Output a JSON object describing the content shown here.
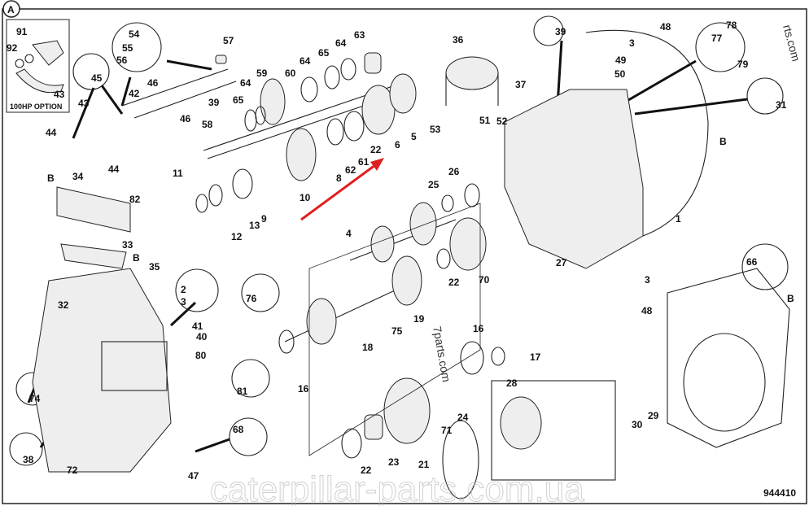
{
  "diagram": {
    "section_marker": "A",
    "drawing_number": "944410",
    "inset_caption": "100HP OPTION",
    "arrow_color": "#e02020",
    "watermarks": [
      "caterpillar-parts.com.ua",
      "7parts.com",
      "rts.com"
    ],
    "labels": [
      "91",
      "92",
      "43",
      "54",
      "55",
      "56",
      "57",
      "45",
      "46",
      "42",
      "43",
      "46",
      "44",
      "44",
      "39",
      "65",
      "64",
      "59",
      "60",
      "64",
      "65",
      "64",
      "63",
      "58",
      "11",
      "12",
      "13",
      "9",
      "10",
      "8",
      "62",
      "61",
      "22",
      "6",
      "5",
      "36",
      "37",
      "53",
      "51",
      "52",
      "39",
      "48",
      "3",
      "49",
      "50",
      "78",
      "77",
      "79",
      "31",
      "B",
      "1",
      "B",
      "34",
      "82",
      "33",
      "B",
      "35",
      "25",
      "26",
      "4",
      "22",
      "70",
      "27",
      "3",
      "48",
      "66",
      "B",
      "2",
      "3",
      "76",
      "32",
      "41",
      "40",
      "80",
      "18",
      "75",
      "19",
      "16",
      "17",
      "16",
      "74",
      "81",
      "28",
      "24",
      "30",
      "29",
      "38",
      "72",
      "47",
      "68",
      "22",
      "23",
      "21",
      "71"
    ]
  }
}
